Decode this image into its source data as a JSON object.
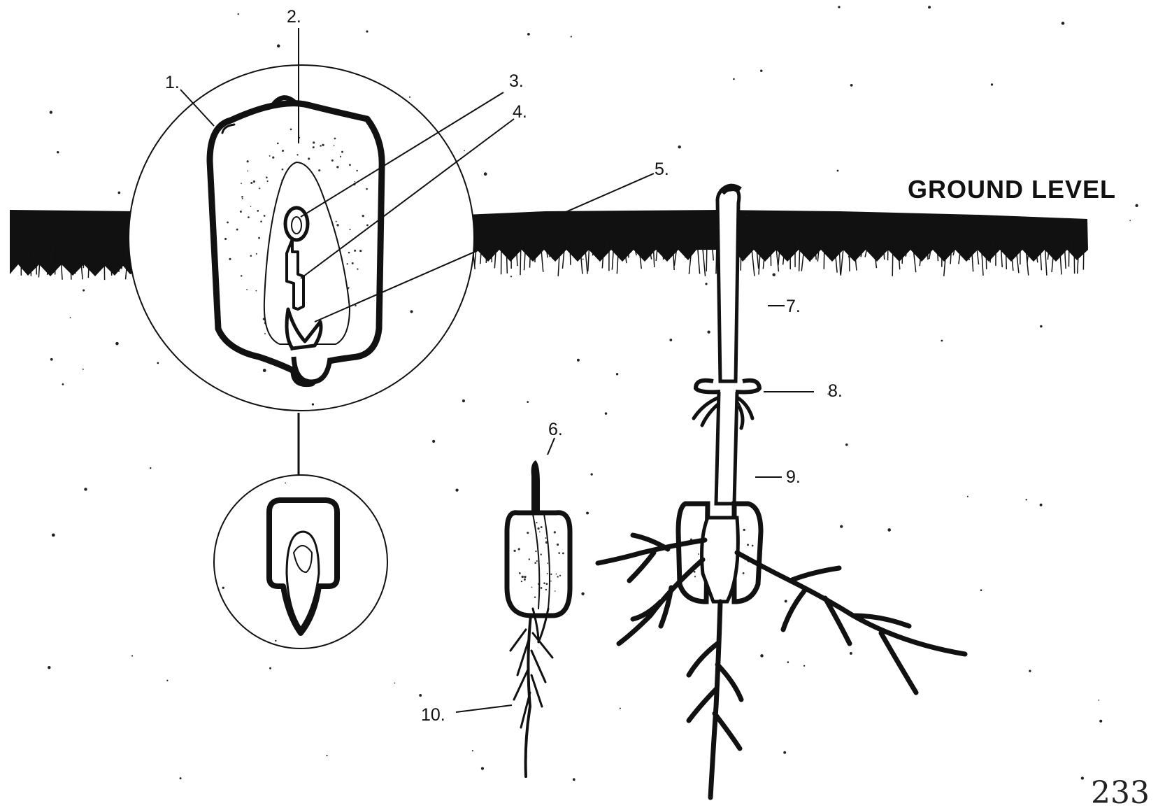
{
  "diagram": {
    "ground_level_label": "GROUND LEVEL",
    "page_number": "233",
    "labels": {
      "l1": "1.",
      "l2": "2.",
      "l3": "3.",
      "l4": "4.",
      "l5": "5.",
      "l6": "6.",
      "l7": "7.",
      "l8": "8.",
      "l9": "9.",
      "l10": "10."
    }
  }
}
